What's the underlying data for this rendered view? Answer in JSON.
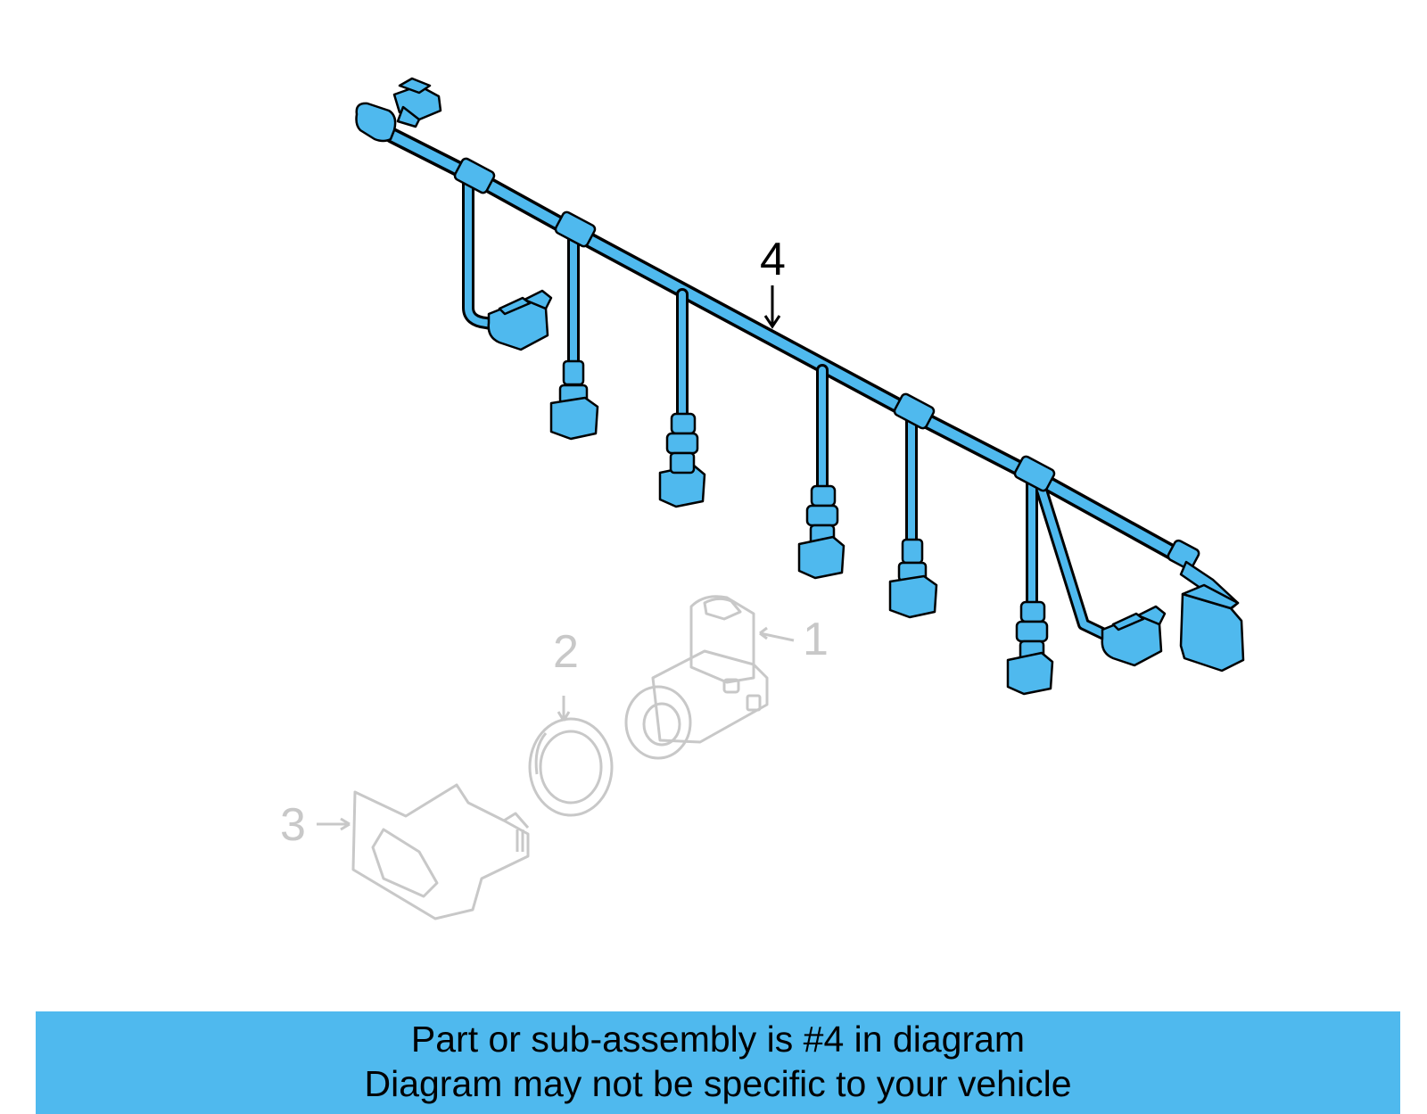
{
  "callouts": {
    "part1": "1",
    "part2": "2",
    "part3": "3",
    "part4": "4"
  },
  "banner": {
    "line1": "Part or sub-assembly is #4 in diagram",
    "line2": "Diagram may not be specific to your vehicle"
  },
  "colors": {
    "highlight": "#4fb9ee",
    "harness_fill": "#4fb9ee",
    "outline": "#000000",
    "ghost_parts": "#c8c8c8",
    "background": "#ffffff"
  }
}
